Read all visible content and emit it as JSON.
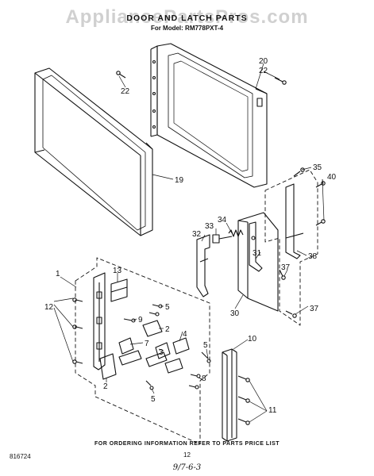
{
  "watermark": "AppliancePartsPros.com",
  "header": {
    "title": "DOOR AND LATCH PARTS",
    "model": "For Model: RM778PXT-4"
  },
  "callouts": {
    "c1": "1",
    "c2a": "2",
    "c2b": "2",
    "c3": "3",
    "c4": "4",
    "c5a": "5",
    "c5b": "5",
    "c5c": "5",
    "c7": "7",
    "c8": "8",
    "c9": "9",
    "c10": "10",
    "c11": "11",
    "c12": "12",
    "c13": "13",
    "c19": "19",
    "c20": "20",
    "c22a": "22",
    "c22b": "22",
    "c30": "30",
    "c31": "31",
    "c32": "32",
    "c33": "33",
    "c34": "34",
    "c35": "35",
    "c37a": "37",
    "c37b": "37",
    "c38": "38",
    "c40": "40"
  },
  "footer": {
    "info": "FOR ORDERING INFORMATION REFER TO PARTS PRICE LIST",
    "diagram_number": "816724",
    "page_number": "12",
    "handwritten": "9/7-6-3"
  }
}
